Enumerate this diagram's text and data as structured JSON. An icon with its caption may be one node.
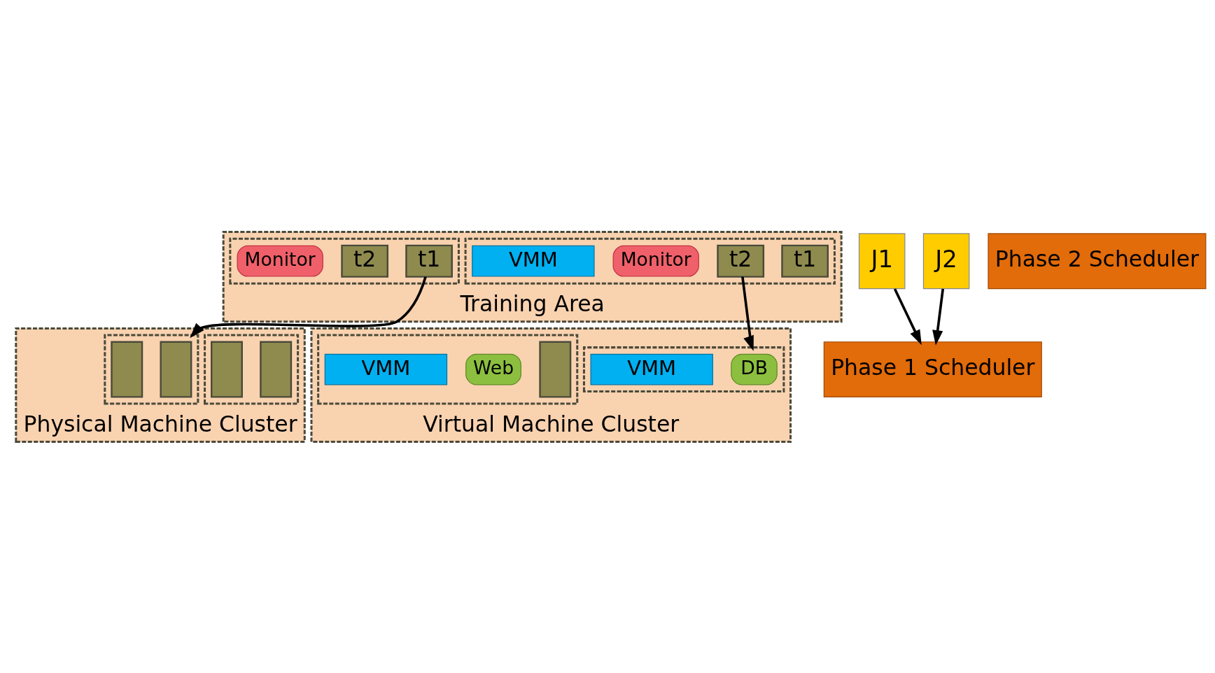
{
  "diagram": {
    "nodes": [
      {
        "text": [
          "Physical Machine Cluster"
        ]
      },
      {
        "text": [],
        "shape": "box",
        "in": 0
      },
      {
        "text": [],
        "shape": "bar",
        "in": 1
      },
      {
        "text": [],
        "shape": "bar",
        "in": 1
      },
      {
        "text": [],
        "shape": "box",
        "in": 0
      },
      {
        "text": [],
        "shape": "bar",
        "in": 4
      },
      {
        "text": [],
        "shape": "bar",
        "in": 4
      },
      {
        "text": [
          "Training Area"
        ]
      },
      {
        "text": [],
        "shape": "box",
        "in": 7
      },
      {
        "text": [
          "t1"
        ],
        "in": 8
      },
      {
        "text": [
          "t2"
        ],
        "in": 8
      },
      {
        "text": [
          "Monitor"
        ],
        "in": 8
      },
      {
        "text": [],
        "shape": "box",
        "in": 7
      },
      {
        "text": [
          "t1"
        ],
        "in": 12
      },
      {
        "text": [
          "t2"
        ],
        "in": 12
      },
      {
        "text": [
          "Monitor"
        ],
        "in": 12
      },
      {
        "text": [
          "VMM"
        ],
        "in": 12
      },
      {
        "text": [
          "Virtual Machine Cluster"
        ]
      },
      {
        "text": [],
        "shape": "box",
        "in": 17
      },
      {
        "text": [
          "DB"
        ],
        "in": 18
      },
      {
        "text": [
          "VMM"
        ],
        "in": 18
      },
      {
        "text": [],
        "shape": "box",
        "in": 17
      },
      {
        "text": [],
        "shape": "bar",
        "in": 21
      },
      {
        "text": [
          "Web"
        ],
        "in": 21
      },
      {
        "text": [
          "VMM"
        ],
        "in": 21
      },
      {
        "text": [
          "Phase 1 Scheduler"
        ]
      },
      {
        "text": [
          "Phase 2 Scheduler"
        ]
      },
      {
        "text": [
          "J1"
        ]
      },
      {
        "text": [
          "J2"
        ]
      }
    ],
    "edges": [
      {
        "from": 9,
        "to": 4,
        "arrow": "to"
      },
      {
        "from": 14,
        "to": 18,
        "arrow": "to"
      },
      {
        "from": 27,
        "to": 25,
        "arrow": "to"
      },
      {
        "from": 28,
        "to": 25,
        "arrow": "to"
      }
    ]
  }
}
